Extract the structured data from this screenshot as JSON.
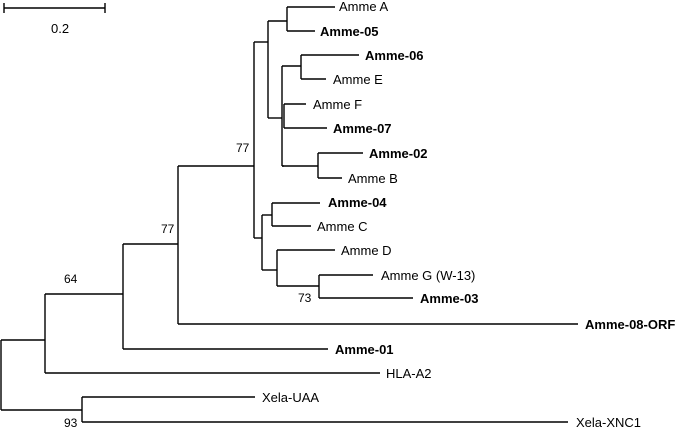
{
  "scale_bar": {
    "label": "0.2"
  },
  "taxa": [
    {
      "id": "amme-a",
      "label": "Amme A",
      "bold": false
    },
    {
      "id": "amme-05",
      "label": "Amme-05",
      "bold": true
    },
    {
      "id": "amme-06",
      "label": "Amme-06",
      "bold": true
    },
    {
      "id": "amme-e",
      "label": "Amme E",
      "bold": false
    },
    {
      "id": "amme-f",
      "label": "Amme F",
      "bold": false
    },
    {
      "id": "amme-07",
      "label": "Amme-07",
      "bold": true
    },
    {
      "id": "amme-02",
      "label": "Amme-02",
      "bold": true
    },
    {
      "id": "amme-b",
      "label": "Amme B",
      "bold": false
    },
    {
      "id": "amme-04",
      "label": "Amme-04",
      "bold": true
    },
    {
      "id": "amme-c",
      "label": "Amme C",
      "bold": false
    },
    {
      "id": "amme-d",
      "label": "Amme D",
      "bold": false
    },
    {
      "id": "amme-g-w13",
      "label": "Amme G (W-13)",
      "bold": false
    },
    {
      "id": "amme-03",
      "label": "Amme-03",
      "bold": true
    },
    {
      "id": "amme-08-orf",
      "label": "Amme-08-ORF",
      "bold": true
    },
    {
      "id": "amme-01",
      "label": "Amme-01",
      "bold": true
    },
    {
      "id": "hla-a2",
      "label": "HLA-A2",
      "bold": false
    },
    {
      "id": "xela-uaa",
      "label": "Xela-UAA",
      "bold": false
    },
    {
      "id": "xela-xnc1",
      "label": "Xela-XNC1",
      "bold": false
    }
  ],
  "bootstrap": [
    {
      "id": "node-amme-clade",
      "value": "77"
    },
    {
      "id": "node-amme-08-clade",
      "value": "77"
    },
    {
      "id": "node-amme-01-clade",
      "value": "64"
    },
    {
      "id": "node-amme-g-03",
      "value": "73"
    },
    {
      "id": "node-xela",
      "value": "93"
    }
  ]
}
